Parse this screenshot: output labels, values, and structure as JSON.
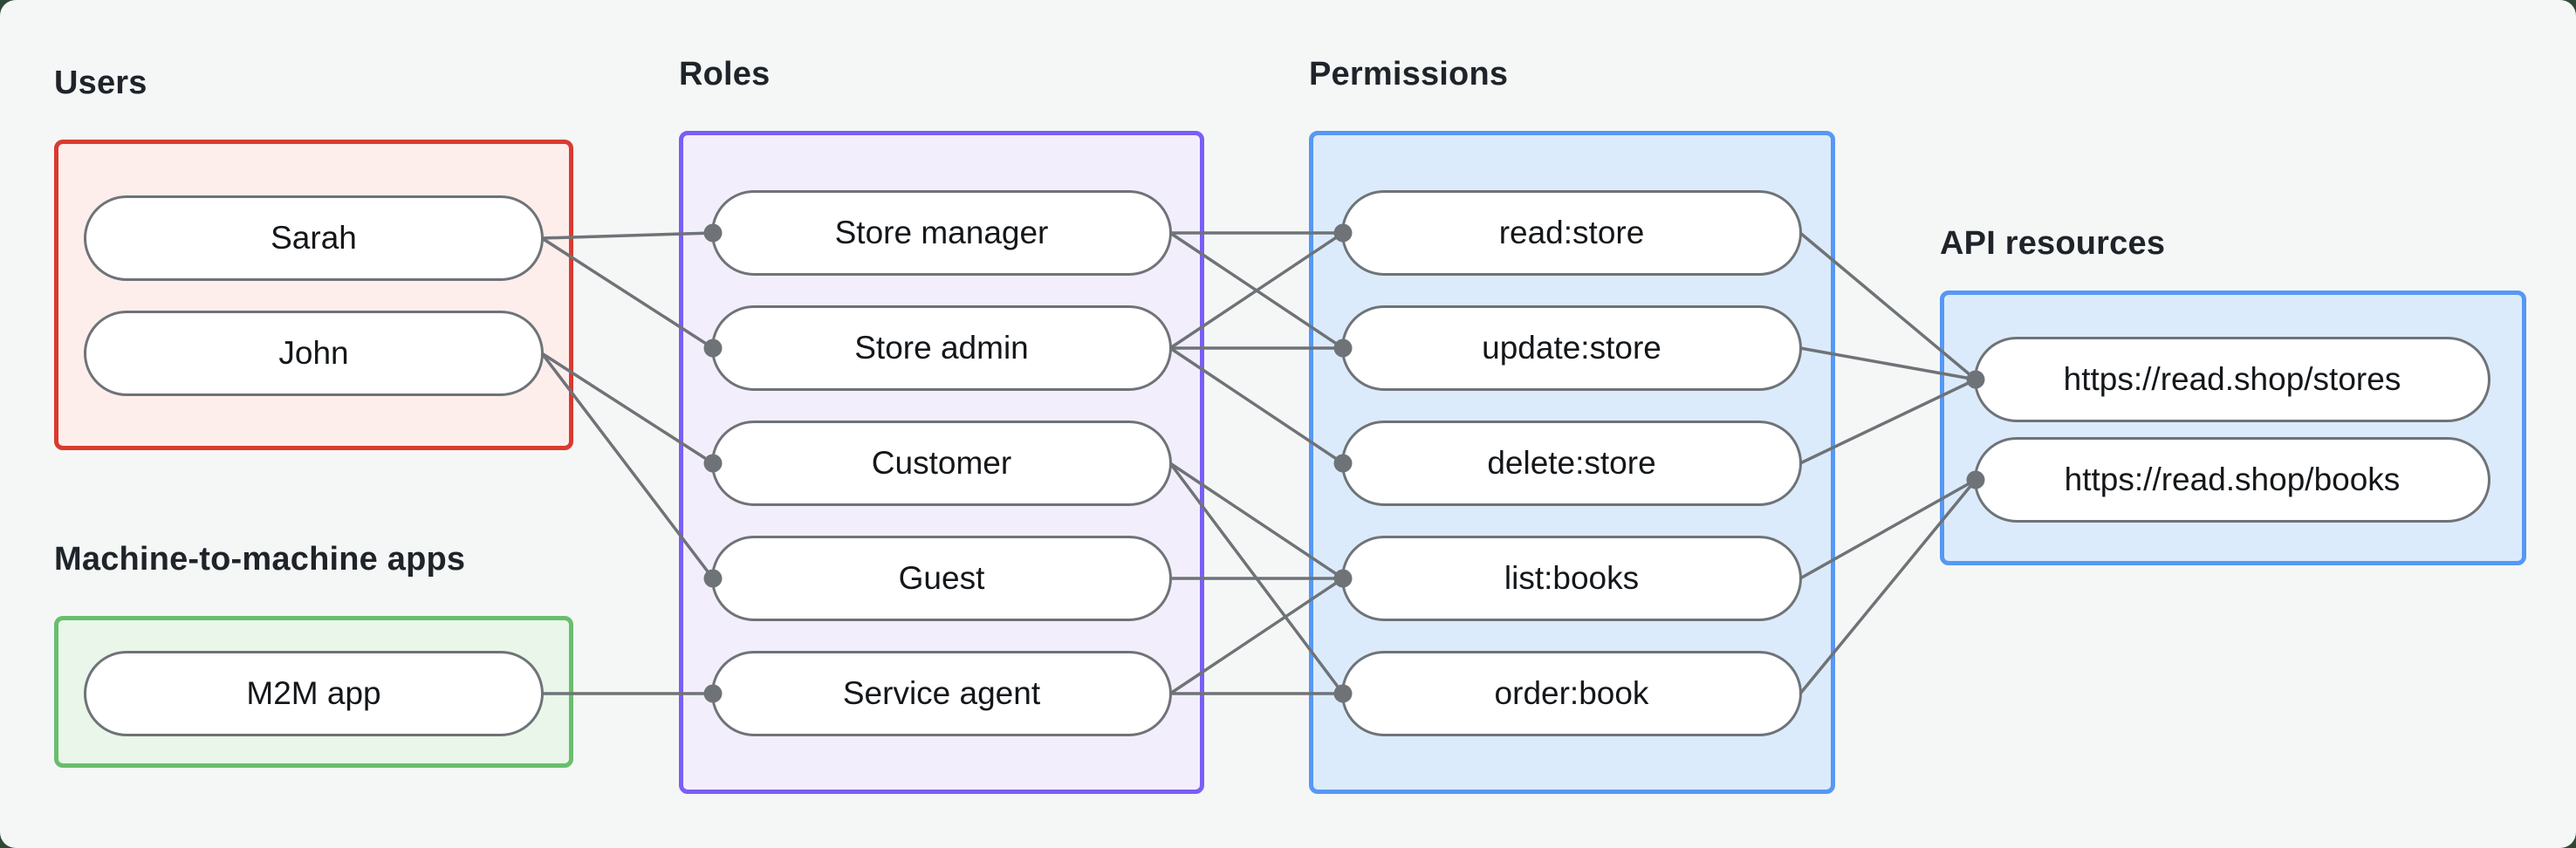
{
  "page": {
    "backdrop_color": "#2e4737",
    "background_color": "#f5f7f6",
    "line_color": "#6e7377",
    "text_color": "#14171a"
  },
  "groups": [
    {
      "id": "users",
      "label": "Users",
      "border_color": "#da3a2f",
      "fill_color": "#fdeeec",
      "nodes": [
        {
          "id": "sarah",
          "label": "Sarah"
        },
        {
          "id": "john",
          "label": "John"
        }
      ]
    },
    {
      "id": "m2m",
      "label": "Machine-to-machine apps",
      "border_color": "#69be6d",
      "fill_color": "#e9f6e9",
      "nodes": [
        {
          "id": "m2m-app",
          "label": "M2M app"
        }
      ]
    },
    {
      "id": "roles",
      "label": "Roles",
      "border_color": "#7a5ef6",
      "fill_color": "#f3eefc",
      "nodes": [
        {
          "id": "store-manager",
          "label": "Store manager"
        },
        {
          "id": "store-admin",
          "label": "Store admin"
        },
        {
          "id": "customer",
          "label": "Customer"
        },
        {
          "id": "guest",
          "label": "Guest"
        },
        {
          "id": "service-agent",
          "label": "Service agent"
        }
      ]
    },
    {
      "id": "permissions",
      "label": "Permissions",
      "border_color": "#5598f5",
      "fill_color": "#dcebfb",
      "nodes": [
        {
          "id": "read-store",
          "label": "read:store"
        },
        {
          "id": "update-store",
          "label": "update:store"
        },
        {
          "id": "delete-store",
          "label": "delete:store"
        },
        {
          "id": "list-books",
          "label": "list:books"
        },
        {
          "id": "order-book",
          "label": "order:book"
        }
      ]
    },
    {
      "id": "resources",
      "label": "API resources",
      "border_color": "#5598f5",
      "fill_color": "#dcebfb",
      "nodes": [
        {
          "id": "stores",
          "label": "https://read.shop/stores"
        },
        {
          "id": "books",
          "label": "https://read.shop/books"
        }
      ]
    }
  ],
  "edges": [
    {
      "from": "sarah",
      "to": "store-manager"
    },
    {
      "from": "sarah",
      "to": "store-admin"
    },
    {
      "from": "john",
      "to": "customer"
    },
    {
      "from": "john",
      "to": "guest"
    },
    {
      "from": "m2m-app",
      "to": "service-agent"
    },
    {
      "from": "store-manager",
      "to": "read-store"
    },
    {
      "from": "store-manager",
      "to": "update-store"
    },
    {
      "from": "store-admin",
      "to": "read-store"
    },
    {
      "from": "store-admin",
      "to": "update-store"
    },
    {
      "from": "store-admin",
      "to": "delete-store"
    },
    {
      "from": "customer",
      "to": "list-books"
    },
    {
      "from": "customer",
      "to": "order-book"
    },
    {
      "from": "guest",
      "to": "list-books"
    },
    {
      "from": "service-agent",
      "to": "list-books"
    },
    {
      "from": "service-agent",
      "to": "order-book"
    },
    {
      "from": "read-store",
      "to": "stores"
    },
    {
      "from": "update-store",
      "to": "stores"
    },
    {
      "from": "delete-store",
      "to": "stores"
    },
    {
      "from": "list-books",
      "to": "books"
    },
    {
      "from": "order-book",
      "to": "books"
    }
  ]
}
